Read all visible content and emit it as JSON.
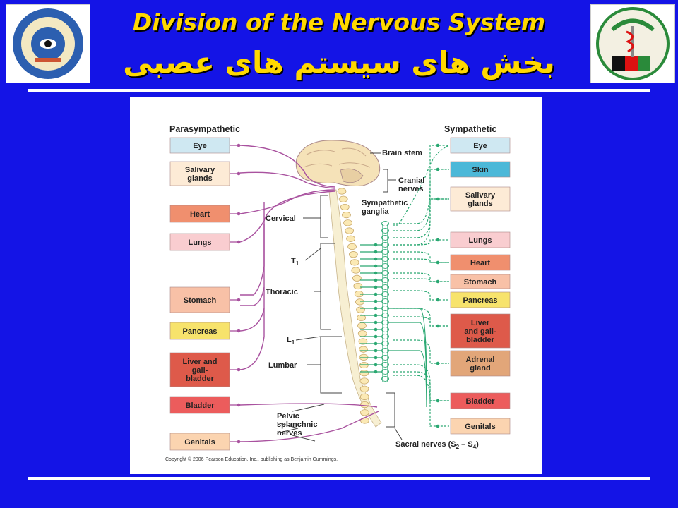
{
  "title_en": "Division of the Nervous System",
  "title_fa": "بخش های سیستم های عصبی",
  "diagram": {
    "parasympathetic_heading": "Parasympathetic",
    "sympathetic_heading": "Sympathetic",
    "copyright": "Copyright © 2006 Pearson Education, Inc., publishing as Benjamin Cummings.",
    "left_organs": [
      {
        "l1": "Eye",
        "l2": "",
        "color": "#cfe8f2"
      },
      {
        "l1": "Salivary",
        "l2": "glands",
        "color": "#fdebd6"
      },
      {
        "l1": "Heart",
        "l2": "",
        "color": "#f08f6e"
      },
      {
        "l1": "Lungs",
        "l2": "",
        "color": "#f9cdd0"
      },
      {
        "l1": "Stomach",
        "l2": "",
        "color": "#f8c1a7"
      },
      {
        "l1": "Pancreas",
        "l2": "",
        "color": "#f7e36c"
      },
      {
        "l1": "Liver and",
        "l2": "gall-",
        "l3": "bladder",
        "color": "#de5a4a"
      },
      {
        "l1": "Bladder",
        "l2": "",
        "color": "#ec5c5c"
      },
      {
        "l1": "Genitals",
        "l2": "",
        "color": "#fbd4b0"
      }
    ],
    "right_organs": [
      {
        "l1": "Eye",
        "l2": "",
        "color": "#cfe8f2"
      },
      {
        "l1": "Skin",
        "l2": "",
        "color": "#4cb8d8"
      },
      {
        "l1": "Salivary",
        "l2": "glands",
        "color": "#fdebd6"
      },
      {
        "l1": "Lungs",
        "l2": "",
        "color": "#f9cdd0"
      },
      {
        "l1": "Heart",
        "l2": "",
        "color": "#f08f6e"
      },
      {
        "l1": "Stomach",
        "l2": "",
        "color": "#f8c1a7"
      },
      {
        "l1": "Pancreas",
        "l2": "",
        "color": "#f7e36c"
      },
      {
        "l1": "Liver",
        "l2": "and gall-",
        "l3": "bladder",
        "color": "#de5a4a"
      },
      {
        "l1": "Adrenal",
        "l2": "gland",
        "color": "#e2a679"
      },
      {
        "l1": "Bladder",
        "l2": "",
        "color": "#ec5c5c"
      },
      {
        "l1": "Genitals",
        "l2": "",
        "color": "#fbd4b0"
      }
    ],
    "labels": {
      "brain_stem": "Brain stem",
      "cranial_1": "Cranial",
      "cranial_2": "nerves",
      "symp_ganglia_1": "Sympathetic",
      "symp_ganglia_2": "ganglia",
      "cervical": "Cervical",
      "t1": "T",
      "t1_sub": "1",
      "thoracic": "Thoracic",
      "l1": "L",
      "l1_sub": "1",
      "lumbar": "Lumbar",
      "pelvic_1": "Pelvic",
      "pelvic_2": "splanchnic",
      "pelvic_3": "nerves",
      "sacral": "Sacral nerves (S",
      "sacral_sub1": "2",
      "sacral_dash": " – S",
      "sacral_sub2": "4",
      "sacral_end": ")"
    },
    "colors": {
      "parasympathetic": "#a9529f",
      "sympathetic": "#2aa872",
      "bone": "#fbe9b4",
      "brain": "#f5e2b8"
    }
  }
}
